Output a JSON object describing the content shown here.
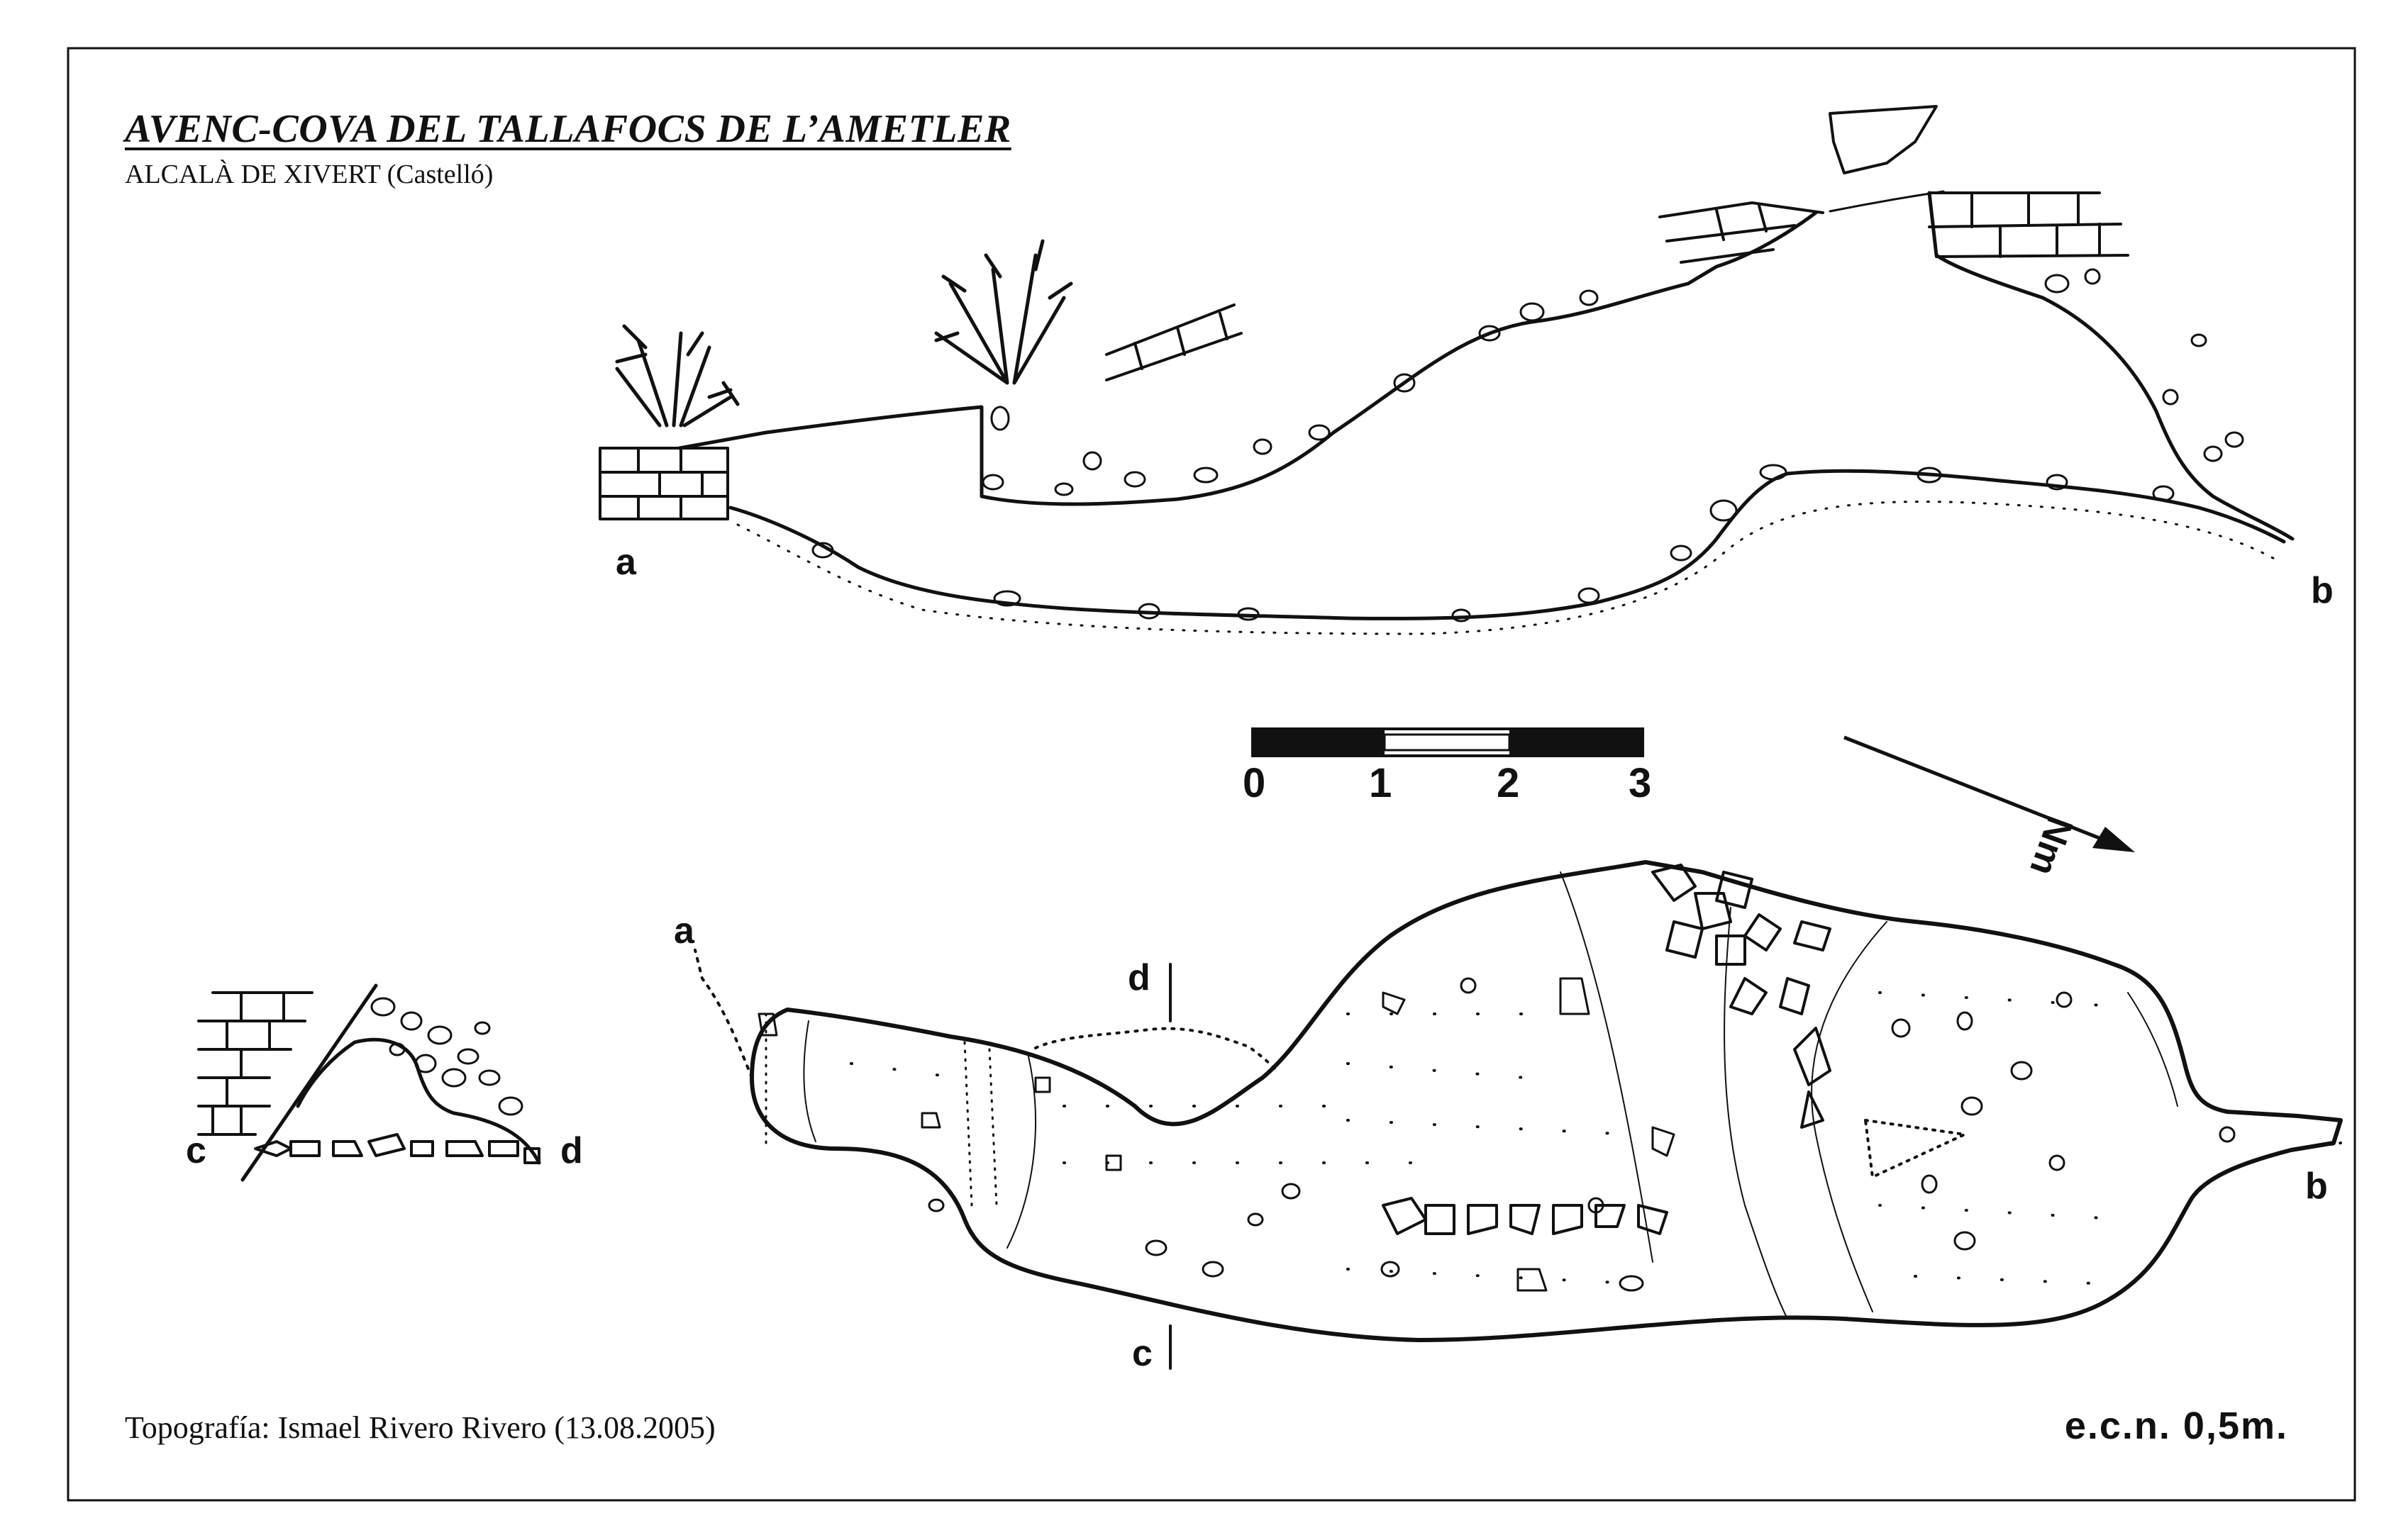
{
  "title": "AVENC-COVA DEL TALLAFOCS DE L’AMETLER",
  "subtitle": "ALCALÀ DE XIVERT (Castelló)",
  "credit": "Topografía: Ismael Rivero Rivero (13.08.2005)",
  "contour_note": "e.c.n. 0,5m.",
  "scale_bar": {
    "ticks": [
      "0",
      "1",
      "2",
      "3"
    ]
  },
  "north_label": "Nm",
  "section_labels": {
    "profile_start": "a",
    "profile_end": "b",
    "plan_start": "a",
    "plan_end": "b",
    "cross_left": "c",
    "cross_right": "d",
    "plan_cut_top": "d",
    "plan_cut_bottom": "c"
  }
}
